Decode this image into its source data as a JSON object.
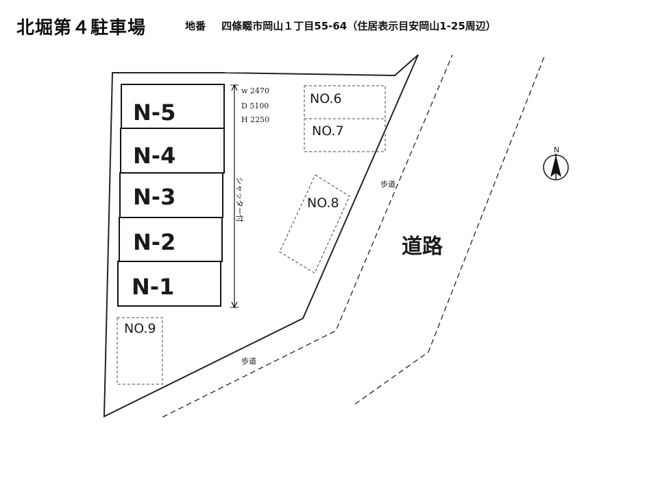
{
  "header": {
    "title": "北堀第４駐車場",
    "address_label": "地番",
    "address": "四條畷市岡山１丁目55-64（住居表示目安岡山1-25周辺）"
  },
  "garages": [
    {
      "label": "N-5"
    },
    {
      "label": "N-4"
    },
    {
      "label": "N-3"
    },
    {
      "label": "N-2"
    },
    {
      "label": "N-1"
    }
  ],
  "dimensions": {
    "w": "w 2470",
    "d": "D 5100",
    "h": "H 2250"
  },
  "shutter_note": "シャッター付",
  "open_spaces": {
    "no6": "NO.6",
    "no7": "NO.7",
    "no8": "NO.8",
    "no9": "NO.9"
  },
  "sidewalk_label": "歩道",
  "road_label": "道路",
  "compass": {
    "north_label": "N"
  }
}
